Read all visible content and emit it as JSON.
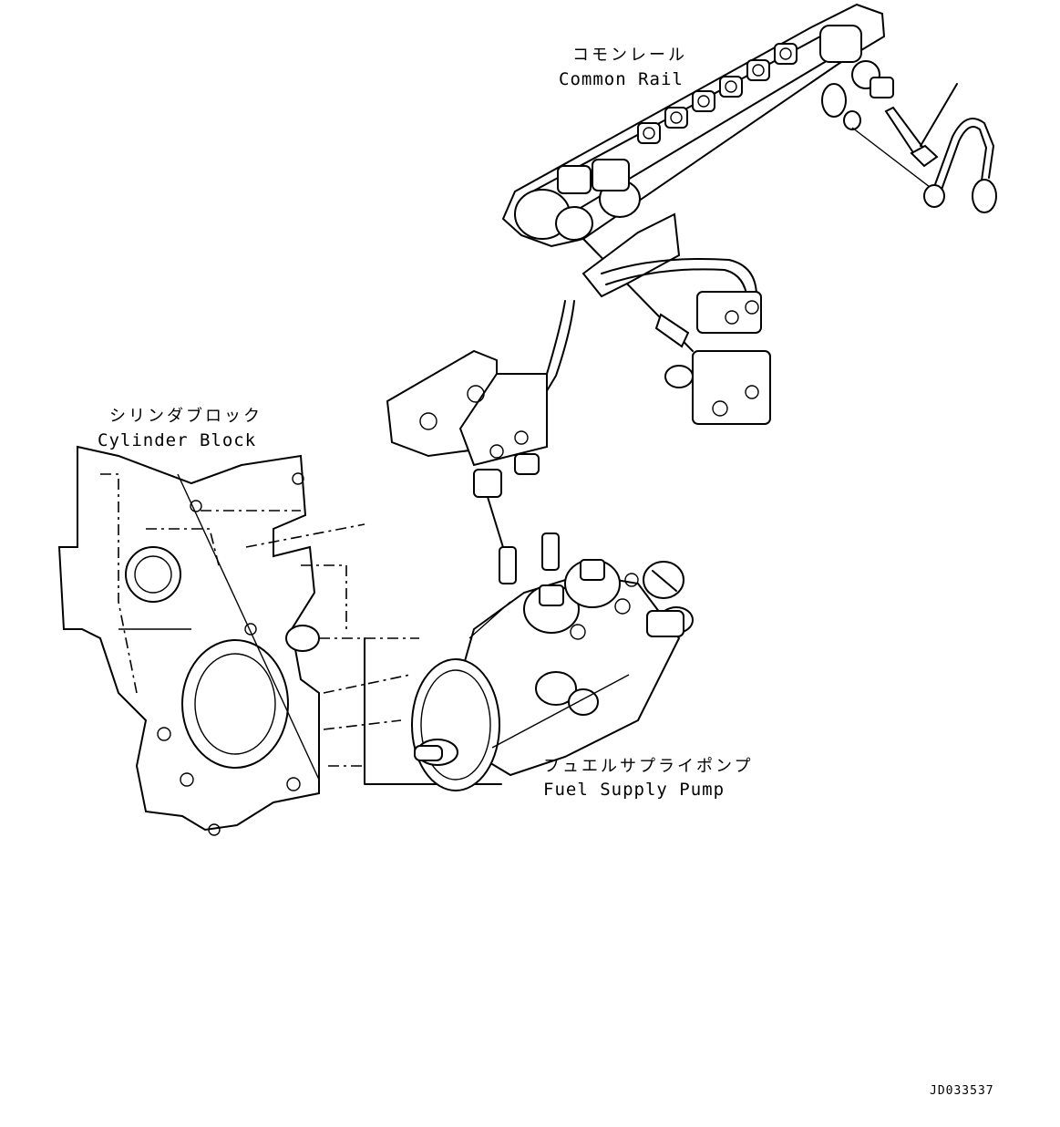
{
  "labels": {
    "common_rail_jp": "コモンレール",
    "common_rail_en": "Common Rail",
    "cylinder_block_jp": "シリンダブロック",
    "cylinder_block_en": "Cylinder Block",
    "fuel_pump_jp": "フュエルサプライポンプ",
    "fuel_pump_en": "Fuel Supply Pump"
  },
  "drawing_code": "JD033537"
}
